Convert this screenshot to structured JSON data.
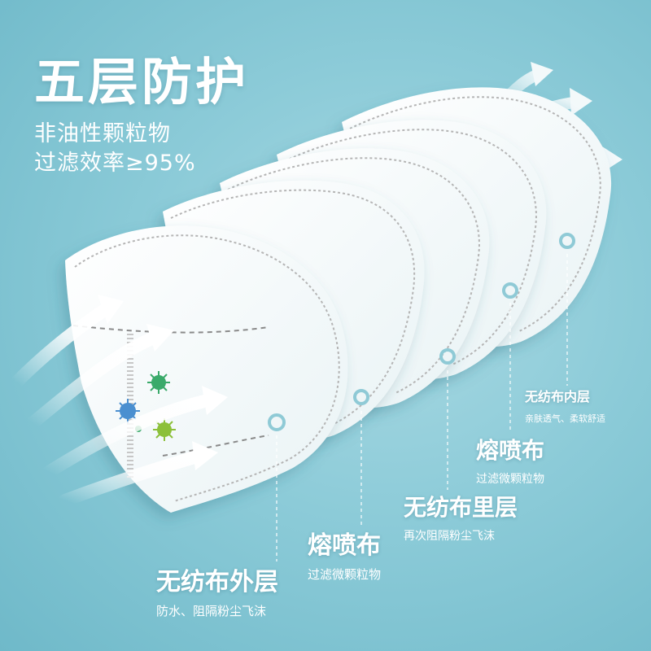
{
  "heading": {
    "title": "五层防护",
    "line1": "非油性颗粒物",
    "line2": "过滤效率≥95%"
  },
  "layers": [
    {
      "name": "无纺布外层",
      "desc": "防水、阻隔粉尘飞沫"
    },
    {
      "name": "熔喷布",
      "desc": "过滤微颗粒物"
    },
    {
      "name": "无纺布里层",
      "desc": "再次阻隔粉尘飞沫"
    },
    {
      "name": "熔喷布",
      "desc": "过滤微颗粒物"
    },
    {
      "name": "无纺布内层",
      "desc": "亲肤透气、柔软舒适"
    }
  ],
  "colors": {
    "background": "#8ccbd8",
    "mask": "#ffffff",
    "stitch": "#b5b5b5",
    "eyelet": "#8fcad6",
    "virus_blue": "#4a8fd0",
    "virus_green": "#3aaa6a",
    "virus_lime": "#8cc03a"
  },
  "icons": [
    "airflow-arrow-icon",
    "virus-icon",
    "ear-loop-eyelet-icon"
  ]
}
